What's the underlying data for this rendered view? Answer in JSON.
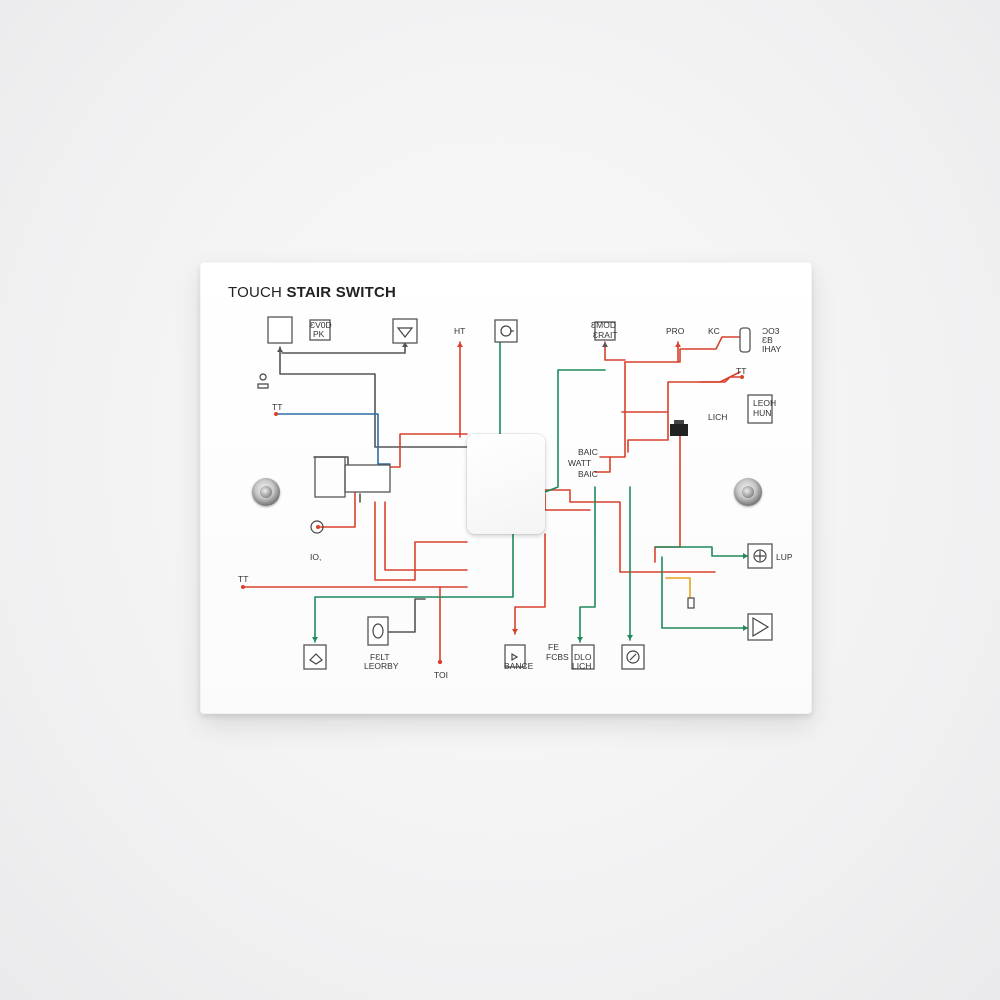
{
  "title": {
    "light": "TOUCH",
    "bold": "STAIR SWITCH"
  },
  "labels": {
    "top_pk": "ƐV0D\nPK",
    "top_ht": "HT",
    "top_emod": "ƐMOD\nƐRAIT",
    "top_pro": "PRO",
    "top_kc": "KC",
    "top_right_block": "ƆO3\nƐB\nIHAY",
    "tt_top_right": "TT",
    "left_tt_upper": "TT",
    "left_io": "IO,",
    "left_tt_lower": "TT",
    "right_leon": "LEOH\nHUN",
    "right_lich": "LICH",
    "mid_bank": "BAIC\nWATT\nBAIC",
    "right_lup": "LUP",
    "bottom_fet": "FƐLT\nLEORBY",
    "bottom_tol": "TOI",
    "bottom_bance": "BANCE",
    "bottom_fe": "FE\nFCBS",
    "bottom_dlo": "DLO\nLICH"
  },
  "colors": {
    "wire_red": "#d9412c",
    "wire_green": "#1f8a5b",
    "wire_blue": "#2e6fa5",
    "wire_gray": "#555555",
    "wire_orange": "#e9a21c"
  }
}
